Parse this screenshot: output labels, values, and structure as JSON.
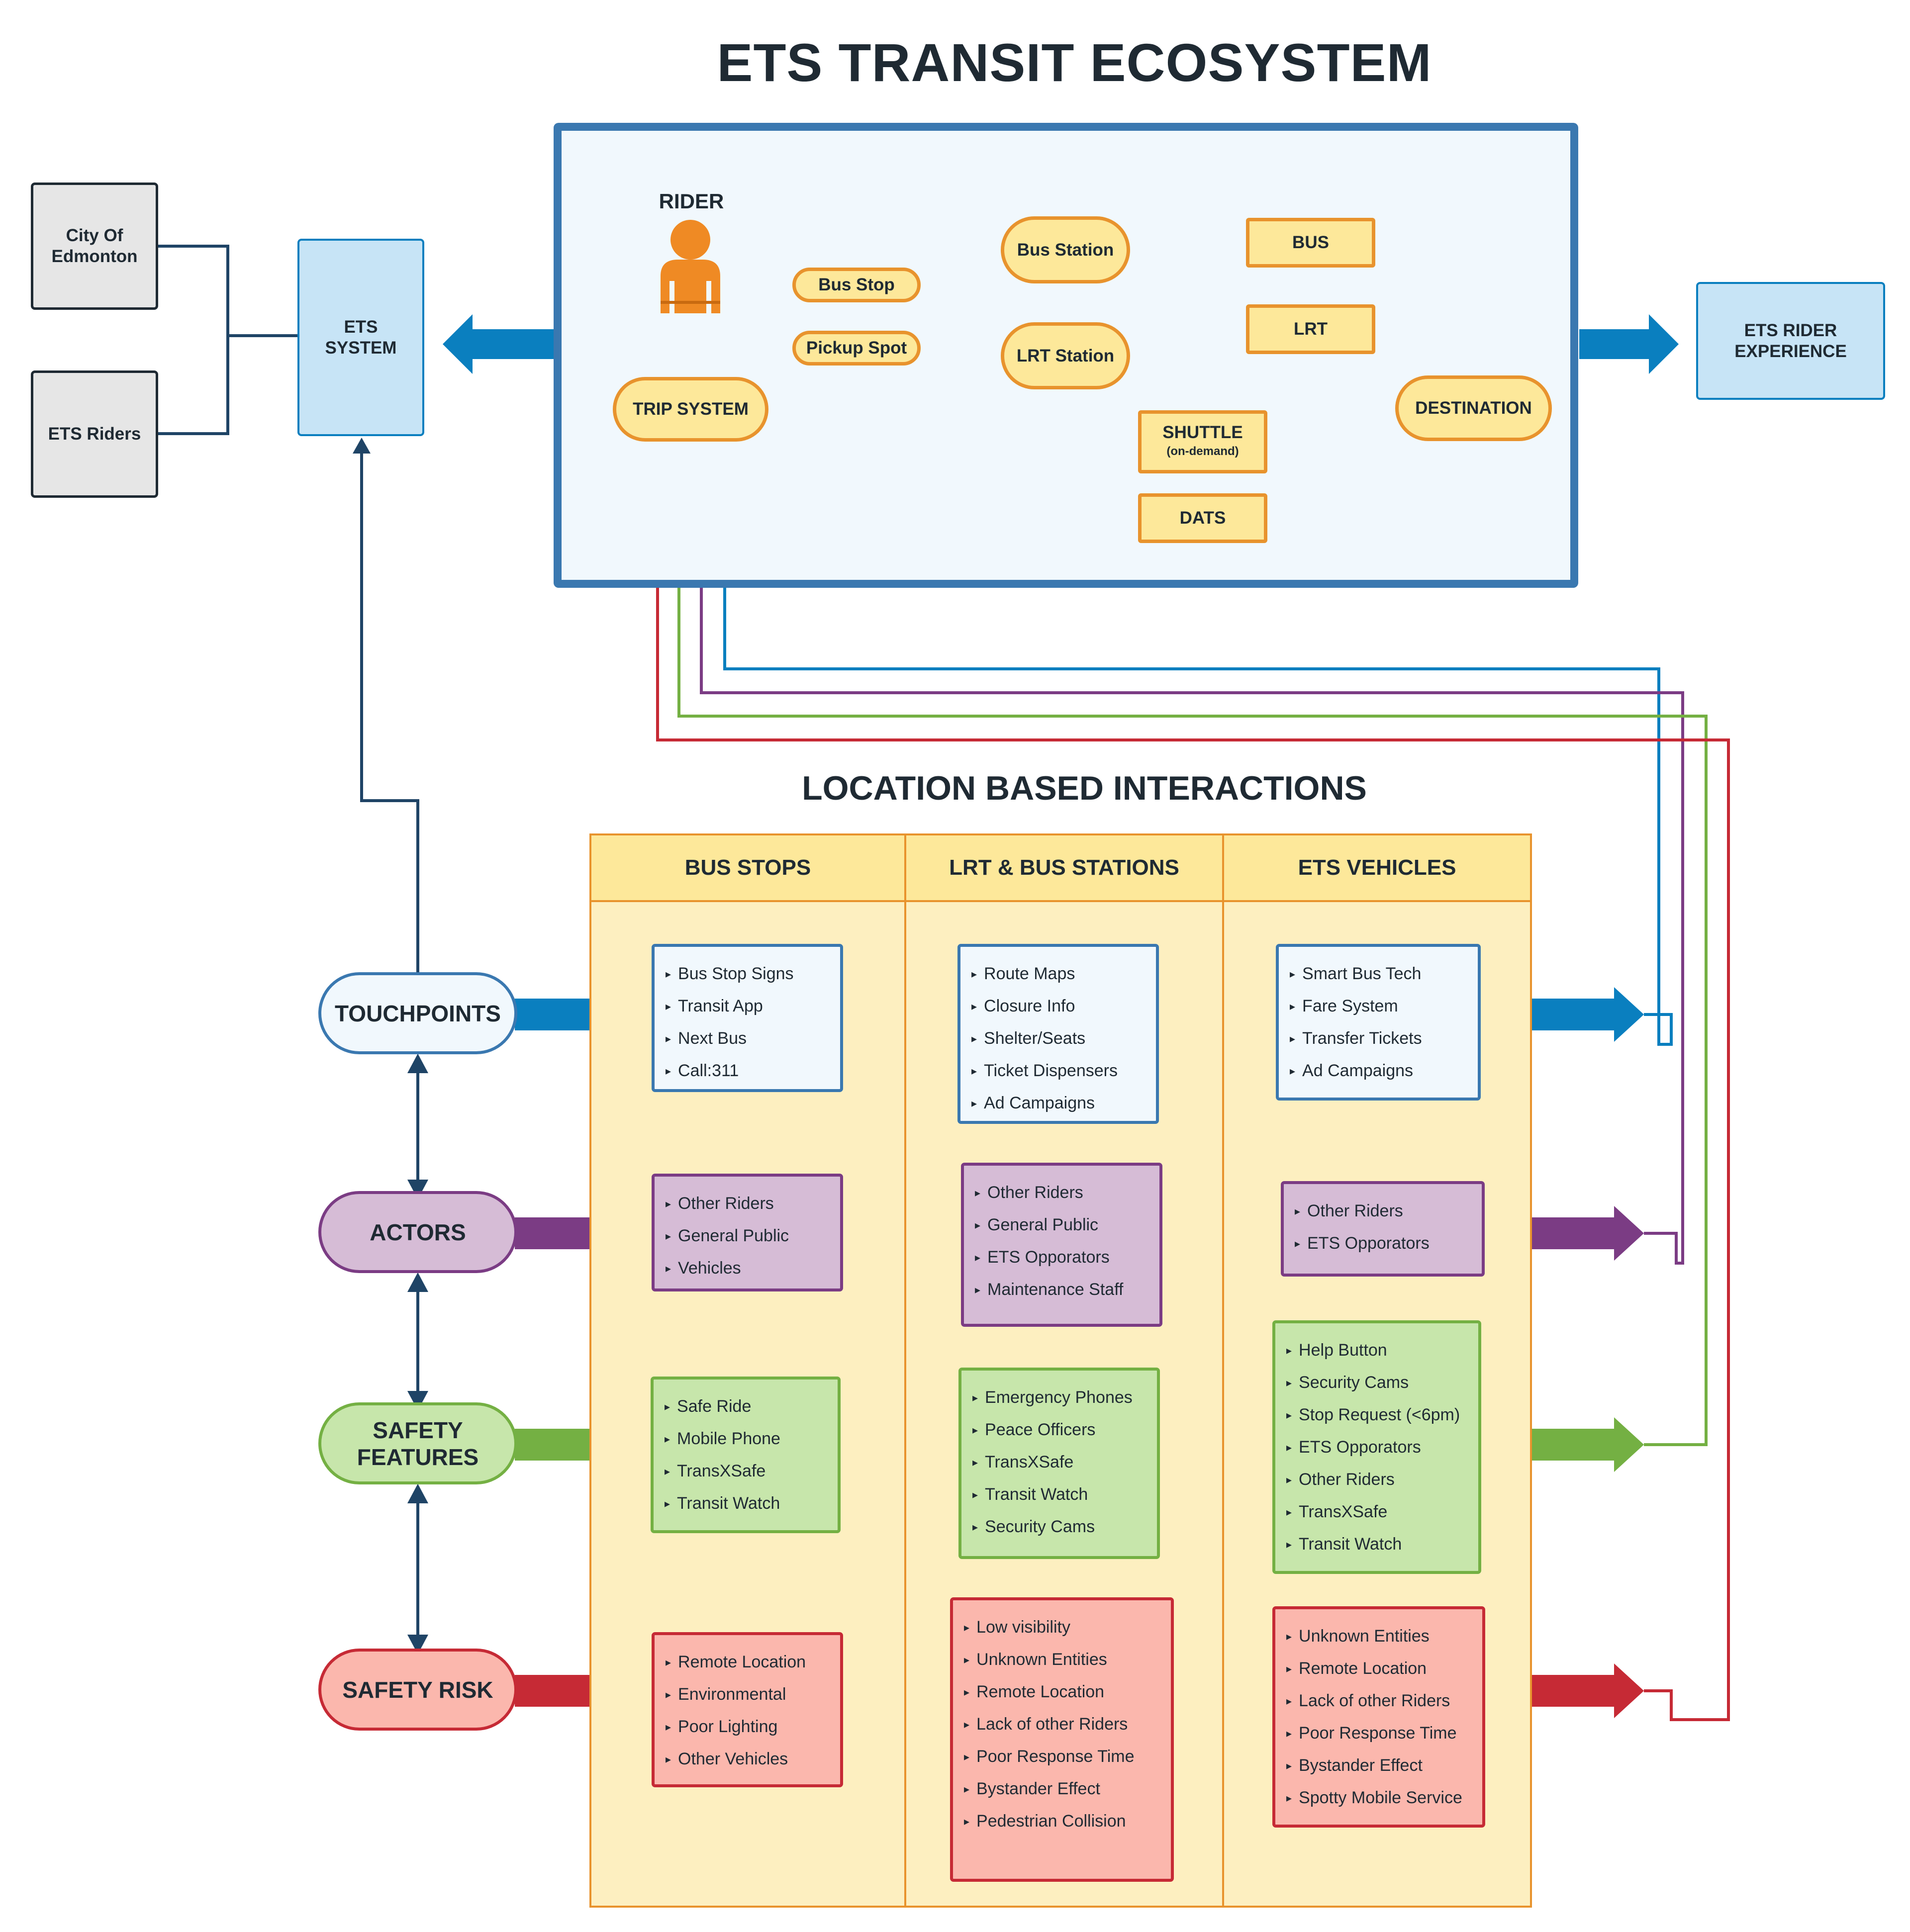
{
  "title": "ETS TRANSIT ECOSYSTEM",
  "left": {
    "city": "City Of Edmonton",
    "riders": "ETS Riders",
    "system": "ETS SYSTEM"
  },
  "right": {
    "experience": "ETS RIDER EXPERIENCE"
  },
  "ecosystem": {
    "rider_label": "RIDER",
    "trip_system": "TRIP SYSTEM",
    "bus_stop": "Bus Stop",
    "pickup_spot": "Pickup Spot",
    "bus_station": "Bus Station",
    "lrt_station": "LRT Station",
    "bus": "BUS",
    "lrt": "LRT",
    "shuttle": "SHUTTLE",
    "shuttle_note": "(on-demand)",
    "dats": "DATS",
    "destination": "DESTINATION"
  },
  "location_title": "LOCATION BASED INTERACTIONS",
  "columns": [
    "BUS STOPS",
    "LRT & BUS STATIONS",
    "ETS VEHICLES"
  ],
  "lanes": [
    {
      "name": "TOUCHPOINTS",
      "color": "#0a7fbf",
      "cells": [
        [
          "Bus Stop Signs",
          "Transit App",
          "Next Bus",
          "Call:311"
        ],
        [
          "Route Maps",
          "Closure Info",
          "Shelter/Seats",
          "Ticket Dispensers",
          "Ad Campaigns"
        ],
        [
          "Smart Bus Tech",
          "Fare System",
          "Transfer Tickets",
          "Ad Campaigns"
        ]
      ]
    },
    {
      "name": "ACTORS",
      "color": "#7b3c84",
      "cells": [
        [
          "Other Riders",
          "General Public",
          "Vehicles"
        ],
        [
          "Other Riders",
          "General Public",
          "ETS Opporators",
          "Maintenance Staff"
        ],
        [
          "Other Riders",
          "ETS Opporators"
        ]
      ]
    },
    {
      "name": "SAFETY FEATURES",
      "color": "#74b043",
      "cells": [
        [
          "Safe Ride",
          "Mobile Phone",
          "TransXSafe",
          "Transit Watch"
        ],
        [
          "Emergency Phones",
          "Peace Officers",
          "TransXSafe",
          "Transit Watch",
          "Security Cams"
        ],
        [
          "Help Button",
          "Security Cams",
          "Stop Request (<6pm)",
          "ETS Opporators",
          "Other Riders",
          "TransXSafe",
          "Transit Watch"
        ]
      ]
    },
    {
      "name": "SAFETY RISK",
      "color": "#c62a35",
      "cells": [
        [
          "Remote Location",
          "Environmental",
          "Poor Lighting",
          "Other Vehicles"
        ],
        [
          "Low visibility",
          "Unknown Entities",
          "Remote Location",
          "Lack of other Riders",
          "Poor Response Time",
          "Bystander Effect",
          "Pedestrian Collision"
        ],
        [
          "Unknown Entities",
          "Remote Location",
          "Lack of other Riders",
          "Poor Response Time",
          "Bystander Effect",
          "Spotty Mobile Service"
        ]
      ]
    }
  ]
}
